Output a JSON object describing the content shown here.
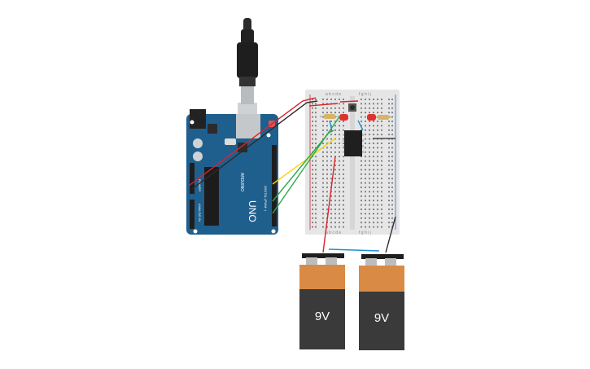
{
  "arduino": {
    "model": "UNO",
    "brand": "ARDUINO",
    "digital_label": "DIGITAL (PWM~)",
    "power_label": "POWER",
    "analog_label": "ANALOG IN",
    "color": "#1f5f8e"
  },
  "breadboard": {
    "col_letters_left": "a b c d e",
    "col_letters_right": "f g h i j"
  },
  "batteries": [
    {
      "label": "9V"
    },
    {
      "label": "9V"
    }
  ],
  "colors": {
    "wire_red": "#d9232a",
    "wire_black": "#2b2b2b",
    "wire_green": "#2fa84a",
    "wire_yellow": "#f2d31b",
    "wire_blue": "#1f8fd6",
    "led_red": "#e0312f",
    "battery_orange": "#d98b45",
    "battery_body": "#3a3a3a"
  }
}
